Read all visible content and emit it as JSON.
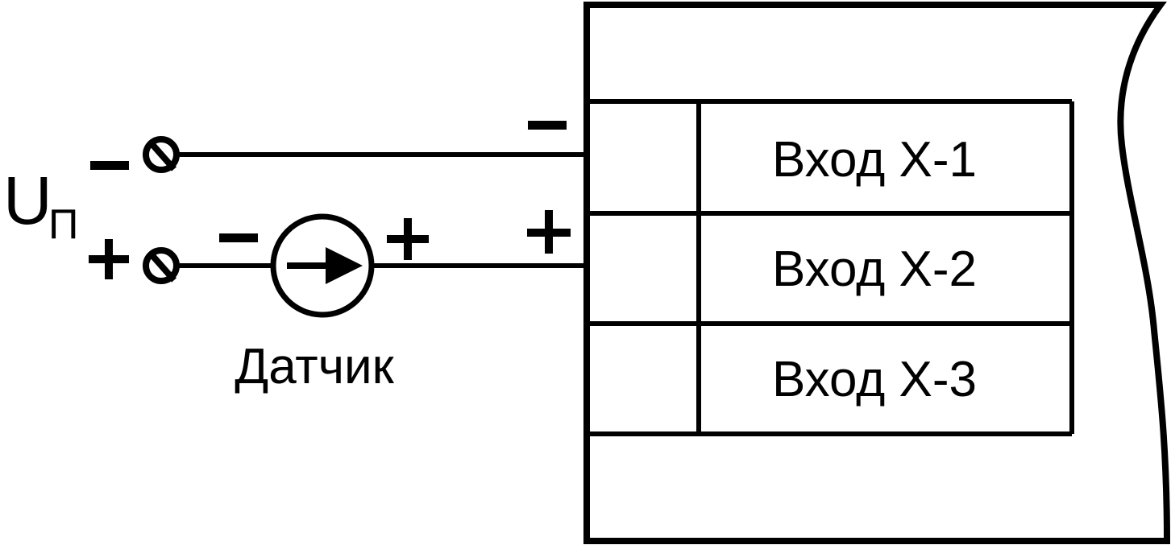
{
  "colors": {
    "background": "#ffffff",
    "stroke": "#000000"
  },
  "supply": {
    "label_main": "U",
    "label_sub": "П",
    "minus": "–",
    "plus": "+"
  },
  "sensor": {
    "label": "Датчик",
    "minus": "–",
    "plus": "+",
    "icon": "current-source-arrow-icon"
  },
  "device": {
    "terminal_minus": "–",
    "terminal_plus": "+",
    "inputs": [
      {
        "label": "Вход Х-1"
      },
      {
        "label": "Вход Х-2"
      },
      {
        "label": "Вход Х-3"
      }
    ]
  }
}
